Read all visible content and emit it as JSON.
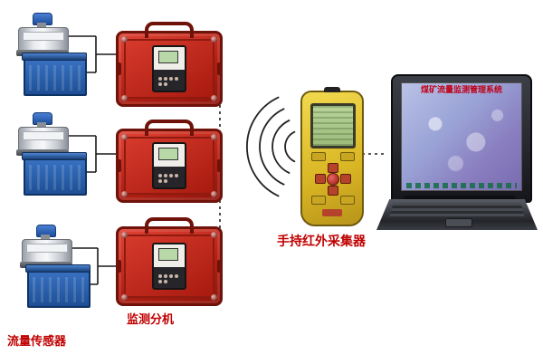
{
  "labels": {
    "flow_sensor": "流量传感器",
    "monitor_unit": "监测分机",
    "handheld_collector": "手持红外采集器"
  },
  "laptop": {
    "screen_title": "煤矿流量监测管理系统"
  },
  "diagram": {
    "sensor_group_count": 3,
    "monitor_case_count": 3,
    "wireless_arc_count": 4,
    "connections": [
      "flow-sensor-group-1 — monitor-case-1 (wired bracket)",
      "flow-sensor-group-2 — monitor-case-2 (wired bracket)",
      "flow-sensor-group-3 — monitor-case-3 (wired bracket)",
      "monitor-cases — vertical dashed bus",
      "monitor-cases — handheld-collector (wireless arcs)",
      "handheld-collector — laptop (dashed line)"
    ]
  },
  "colors": {
    "label_red": "#c00000",
    "case_red": "#c42417",
    "case_border_dark_red": "#6f120a",
    "box_blue": "#2a64b4",
    "handheld_yellow": "#e0c239",
    "lcd_green": "#a8c87f",
    "laptop_screen_lavender": "#9aa3d6",
    "line_black": "#1a1a1a"
  }
}
